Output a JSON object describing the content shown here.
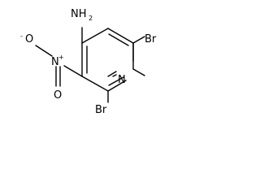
{
  "molecule": {
    "labels": {
      "amine": "NH",
      "amine_subscript": "2",
      "nitro_n": "N",
      "nitro_n_charge": "+",
      "nitro_o_left": "O",
      "nitro_o_left_charge": "-",
      "nitro_o_bottom": "O",
      "ring_n": "N",
      "br_right": "Br",
      "br_bottom": "Br"
    }
  }
}
